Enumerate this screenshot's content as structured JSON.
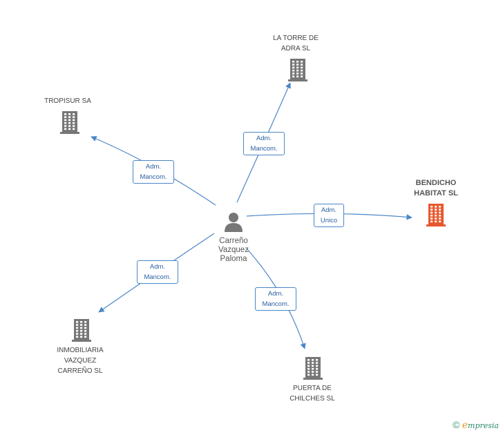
{
  "center": {
    "name": "Carreño\nVazquez\nPaloma",
    "icon": "person-icon"
  },
  "companies": [
    {
      "id": "la-torre-de-adra",
      "name": "LA TORRE DE\nADRA SL",
      "icon": "building-icon",
      "color": "#777777"
    },
    {
      "id": "tropisur",
      "name": "TROPISUR SA",
      "icon": "building-icon",
      "color": "#777777"
    },
    {
      "id": "bendicho-habitat",
      "name": "BENDICHO\nHABITAT SL",
      "icon": "building-icon",
      "color": "#e8572e",
      "focus": true
    },
    {
      "id": "inmobiliaria-vazquez",
      "name": "INMOBILIARIA\nVAZQUEZ\nCARREÑO SL",
      "icon": "building-icon",
      "color": "#777777"
    },
    {
      "id": "puerta-de-chilches",
      "name": "PUERTA DE\nCHILCHES SL",
      "icon": "building-icon",
      "color": "#777777"
    }
  ],
  "relations": [
    {
      "target": "la-torre-de-adra",
      "label1": "Adm.",
      "label2": "Mancom."
    },
    {
      "target": "tropisur",
      "label1": "Adm.",
      "label2": "Mancom."
    },
    {
      "target": "bendicho-habitat",
      "label1": "Adm.",
      "label2": "Unico"
    },
    {
      "target": "inmobiliaria-vazquez",
      "label1": "Adm.",
      "label2": "Mancom."
    },
    {
      "target": "puerta-de-chilches",
      "label1": "Adm.",
      "label2": "Mancom."
    }
  ],
  "footer": {
    "copyright_symbol": "©",
    "brand_initial": "e",
    "brand_rest": "mpresia"
  },
  "colors": {
    "edge": "#4a86c8",
    "building": "#777777",
    "building_focus": "#e8572e",
    "person": "#777777"
  }
}
